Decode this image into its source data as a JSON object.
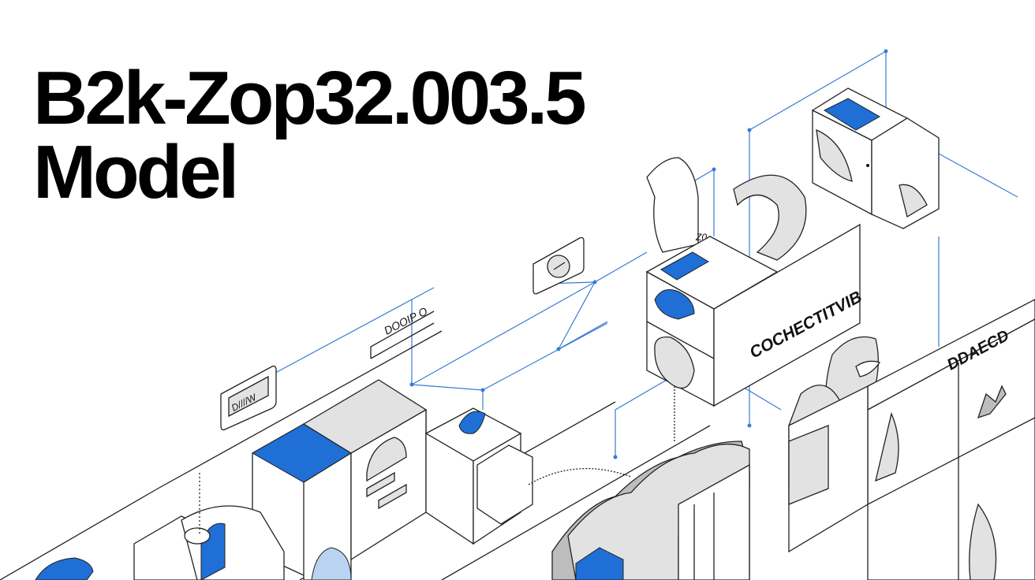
{
  "title": {
    "line1": "B2k-Zop32.003.5",
    "line2": "Model"
  },
  "labels": {
    "panel_left": "D////W",
    "sign_middle": "DOOIP O",
    "tag_top": "Z0",
    "sign_center": "COCHECTITVIB",
    "sign_right": "DDAECD"
  },
  "colors": {
    "accent": "#1f6fd6",
    "connector": "#3a7bd5",
    "shade": "#e2e2e2",
    "ink": "#222222"
  }
}
